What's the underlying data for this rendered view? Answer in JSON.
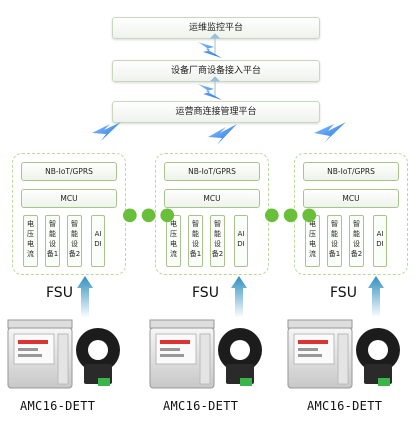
{
  "platforms": [
    "运维监控平台",
    "设备厂商设备接入平台",
    "运营商连接管理平台"
  ],
  "fsu_units": [
    {
      "network": "NB-IoT/GPRS",
      "mcu": "MCU",
      "columns": [
        "电压电流",
        "智能设备1",
        "智能设备2"
      ],
      "aidi": "AI DI",
      "label": "FSU",
      "device": "AMC16-DETT"
    },
    {
      "network": "NB-IoT/GPRS",
      "mcu": "MCU",
      "columns": [
        "电压电流",
        "智能设备1",
        "智能设备2"
      ],
      "aidi": "AI DI",
      "label": "FSU",
      "device": "AMC16-DETT"
    },
    {
      "network": "NB-IoT/GPRS",
      "mcu": "MCU",
      "columns": [
        "电压电流",
        "智能设备1",
        "智能设备2"
      ],
      "aidi": "AI DI",
      "label": "FSU",
      "device": "AMC16-DETT"
    }
  ],
  "colors": {
    "lightning": "#1f6fe0",
    "arrow": "#3fa0c8",
    "dashed_border": "#b9d99b",
    "dots": "#6abf3a"
  },
  "icons": [
    "lightning-bolt-icon",
    "upward-arrow-icon",
    "meter-device-icon",
    "current-transformer-icon"
  ]
}
